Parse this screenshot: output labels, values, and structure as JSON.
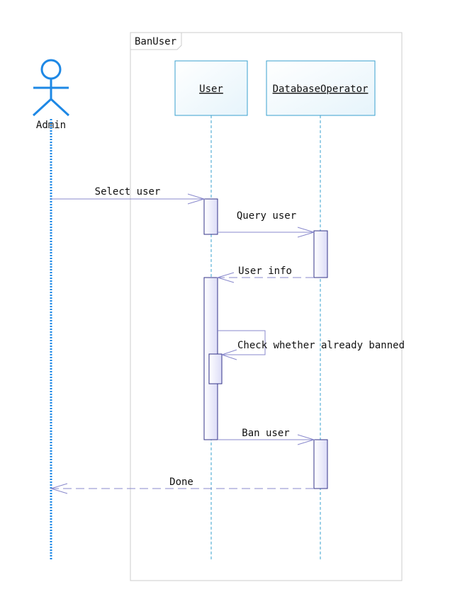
{
  "frame": {
    "title": "BanUser"
  },
  "actor": {
    "name": "Admin"
  },
  "lifelines": [
    {
      "id": "user",
      "name": "User"
    },
    {
      "id": "db",
      "name": "DatabaseOperator"
    }
  ],
  "messages": [
    {
      "id": "m1",
      "label": "Select user",
      "kind": "sync"
    },
    {
      "id": "m2",
      "label": "Query user",
      "kind": "sync"
    },
    {
      "id": "m3",
      "label": "User info",
      "kind": "reply"
    },
    {
      "id": "m4",
      "label": "Check whether already banned",
      "kind": "self"
    },
    {
      "id": "m5",
      "label": "Ban user",
      "kind": "sync"
    },
    {
      "id": "m6",
      "label": "Done",
      "kind": "reply"
    }
  ],
  "colors": {
    "actor": "#1e88e5",
    "lifeline_box_border": "#3aa0cf",
    "lifeline_box_fill": "#f4fbfe",
    "message_line": "#8888cc",
    "activation_border": "#333388",
    "activation_fill": "#eeeeff",
    "frame_border": "#cccccc"
  }
}
